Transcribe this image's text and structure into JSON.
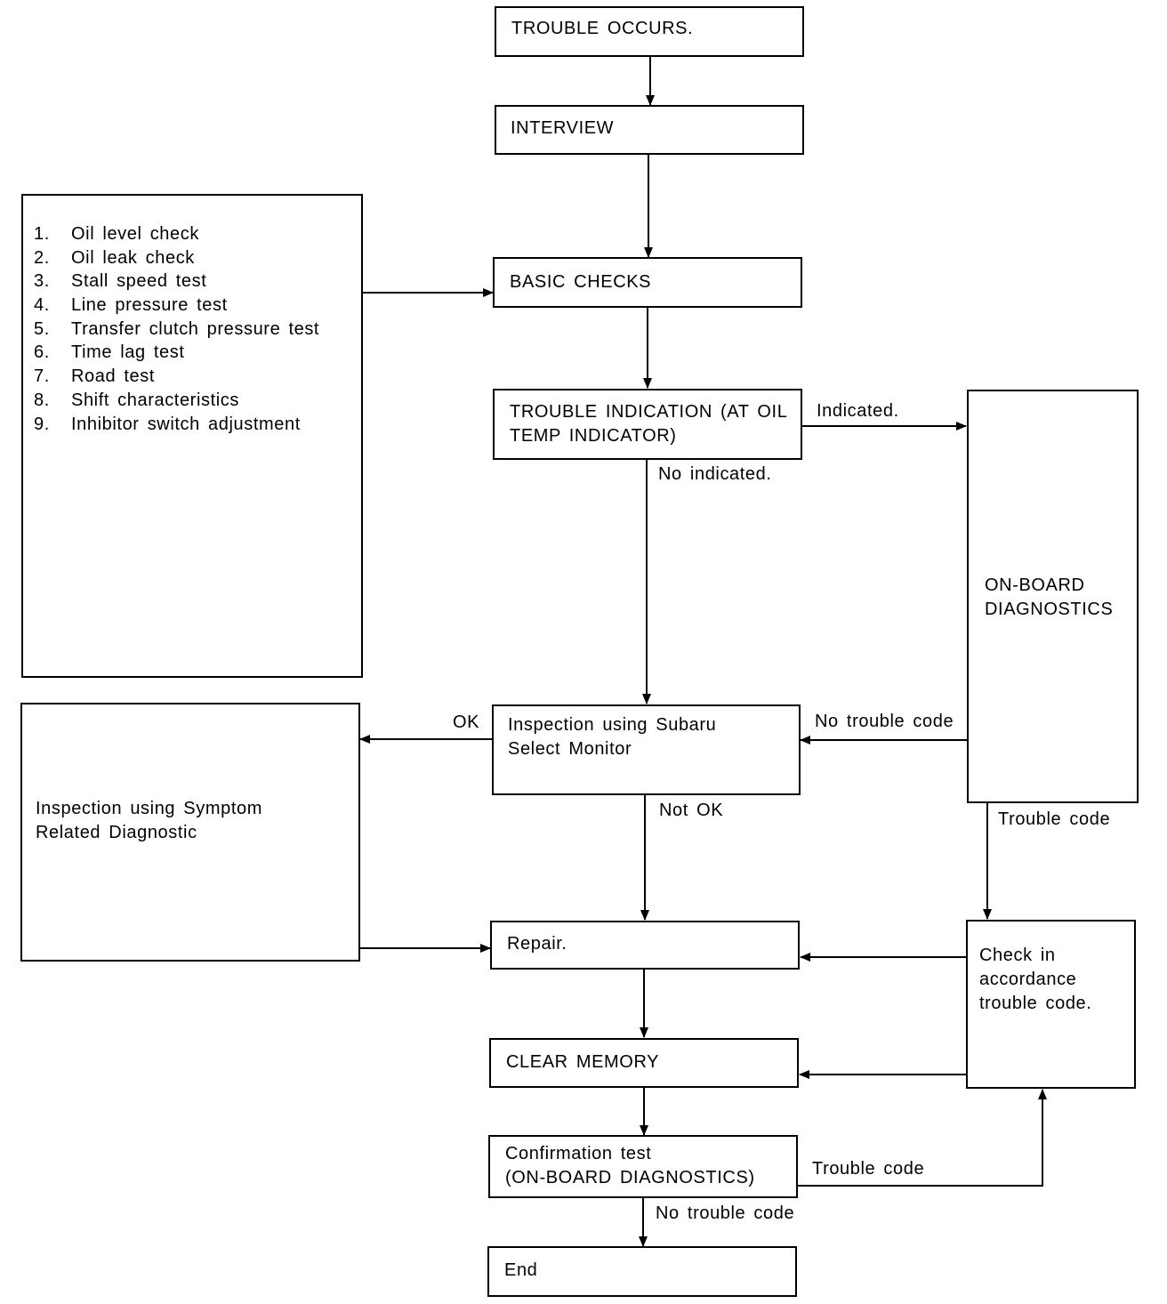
{
  "nodes": {
    "trouble_occurs": "TROUBLE OCCURS.",
    "interview": "INTERVIEW",
    "basic_checks": "BASIC CHECKS",
    "trouble_indication": [
      "TROUBLE INDICATION (AT OIL",
      "TEMP INDICATOR)"
    ],
    "on_board_diagnostics": [
      "ON-BOARD",
      "DIAGNOSTICS"
    ],
    "select_monitor": [
      "Inspection using Subaru",
      "Select Monitor"
    ],
    "symptom_diagnostic": [
      "Inspection using Symptom",
      "Related Diagnostic"
    ],
    "repair": "Repair.",
    "check_trouble_code": [
      "Check in",
      "accordance",
      "trouble code."
    ],
    "clear_memory": "CLEAR MEMORY",
    "confirmation_test": [
      "Confirmation test",
      "(ON-BOARD DIAGNOSTICS)"
    ],
    "end": "End"
  },
  "basic_checks_list": [
    {
      "num": "1.",
      "label": "Oil level check"
    },
    {
      "num": "2.",
      "label": "Oil leak check"
    },
    {
      "num": "3.",
      "label": "Stall speed test"
    },
    {
      "num": "4.",
      "label": "Line pressure test"
    },
    {
      "num": "5.",
      "label": "Transfer clutch pressure test"
    },
    {
      "num": "6.",
      "label": "Time lag test"
    },
    {
      "num": "7.",
      "label": "Road test"
    },
    {
      "num": "8.",
      "label": "Shift characteristics"
    },
    {
      "num": "9.",
      "label": "Inhibitor switch adjustment"
    }
  ],
  "edge_labels": {
    "indicated": "Indicated.",
    "not_indicated": "No indicated.",
    "ok": "OK",
    "not_ok": "Not OK",
    "no_trouble_code_obd": "No trouble code",
    "trouble_code_obd": "Trouble code",
    "trouble_code_confirm": "Trouble code",
    "no_trouble_code_confirm": "No trouble code"
  }
}
